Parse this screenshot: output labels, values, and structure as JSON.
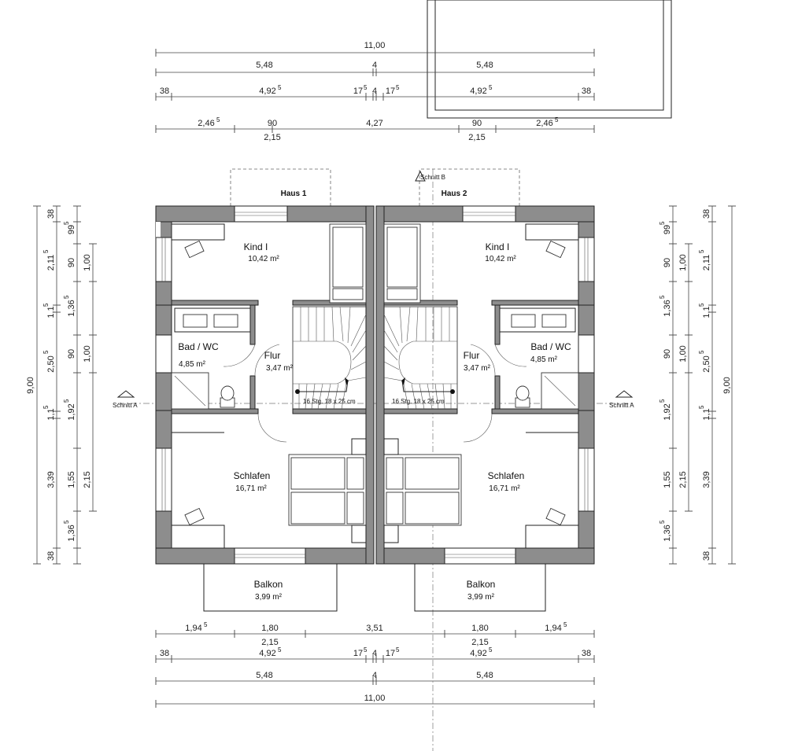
{
  "houses": {
    "house1": "Haus 1",
    "house2": "Haus 2"
  },
  "sections": {
    "a_left": "Schnitt A",
    "a_right": "Schnitt A",
    "b": "Schnitt B"
  },
  "rooms": {
    "kind1_left": {
      "name": "Kind I",
      "area": "10,42 m²"
    },
    "kind1_right": {
      "name": "Kind I",
      "area": "10,42 m²"
    },
    "bad_left": {
      "name": "Bad / WC",
      "area": "4,85 m²"
    },
    "bad_right": {
      "name": "Bad / WC",
      "area": "4,85 m²"
    },
    "flur_left": {
      "name": "Flur",
      "area": "3,47 m²"
    },
    "flur_right": {
      "name": "Flur",
      "area": "3,47 m²"
    },
    "schlafen_left": {
      "name": "Schlafen",
      "area": "16,71 m²"
    },
    "schlafen_right": {
      "name": "Schlafen",
      "area": "16,71 m²"
    },
    "balkon_left": {
      "name": "Balkon",
      "area": "3,99 m²"
    },
    "balkon_right": {
      "name": "Balkon",
      "area": "3,99 m²"
    }
  },
  "stairs": {
    "left": "16 Stg. 18 x 25 cm",
    "right": "16 Stg. 18 x 25 cm"
  },
  "dims_top": {
    "total": "11,00",
    "row2": [
      "5,48",
      "4",
      "5,48"
    ],
    "row3": [
      "38",
      "4,92",
      "5",
      "17",
      "5",
      "4",
      "17",
      "5",
      "4,92",
      "5",
      "38"
    ],
    "row4": [
      "2,46",
      "5",
      "90",
      "4,27",
      "90",
      "2,46",
      "5"
    ],
    "row4b": [
      "2,15",
      "2,15"
    ]
  },
  "dims_bottom": {
    "row1": [
      "1,94",
      "5",
      "1,80",
      "3,51",
      "1,80",
      "1,94",
      "5"
    ],
    "row1b": [
      "2,15",
      "2,15"
    ],
    "row2": [
      "38",
      "4,92",
      "5",
      "17",
      "5",
      "4",
      "17",
      "5",
      "4,92",
      "5",
      "38"
    ],
    "row3": [
      "5,48",
      "4",
      "5,48"
    ],
    "total": "11,00"
  },
  "dims_left": {
    "outer": "9,00",
    "col2": [
      "2,11",
      "5",
      "1,1",
      "5",
      "2,50",
      "5",
      "1,1",
      "5",
      "3,39"
    ],
    "col3": [
      "38",
      "99",
      "5",
      "90",
      "1,36",
      "5",
      "90",
      "1,92",
      "5",
      "1,55",
      "1,36",
      "5",
      "38"
    ],
    "col4": [
      "1,00",
      "1,00",
      "2,15"
    ]
  },
  "dims_right": {
    "outer": "9,00",
    "col2": [
      "2,11",
      "5",
      "1,1",
      "5",
      "2,50",
      "5",
      "1,1",
      "5",
      "3,39"
    ],
    "col3": [
      "38",
      "99",
      "5",
      "90",
      "1,36",
      "5",
      "90",
      "1,92",
      "5",
      "1,55",
      "1,36",
      "5",
      "38"
    ],
    "col4": [
      "1,00",
      "1,00",
      "2,15"
    ]
  }
}
